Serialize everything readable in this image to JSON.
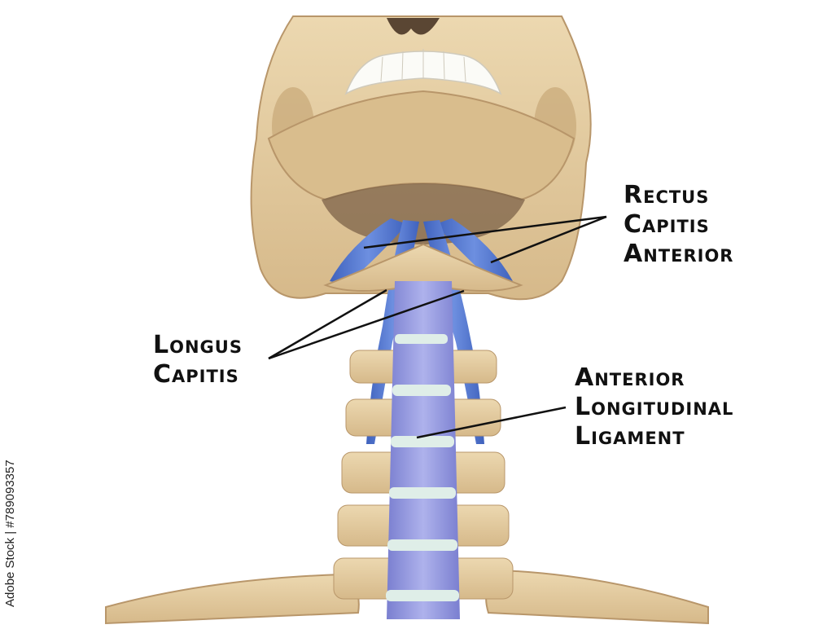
{
  "labels": {
    "rectus_capitis_anterior": [
      "Rectus",
      "Capitis",
      "Anterior"
    ],
    "longus_capitis": [
      "Longus",
      "Capitis"
    ],
    "anterior_longitudinal_ligament": [
      "Anterior",
      "Longitudinal",
      "Ligament"
    ]
  },
  "stock_id": "Adobe Stock | #789093357",
  "colors": {
    "bone": "#e6cfa3",
    "bone_shadow": "#b8966a",
    "muscle": "#4f72c9",
    "ligament": "#8f93d9",
    "disc": "#dfeee8",
    "leader_line": "#111111",
    "background": "#ffffff"
  }
}
